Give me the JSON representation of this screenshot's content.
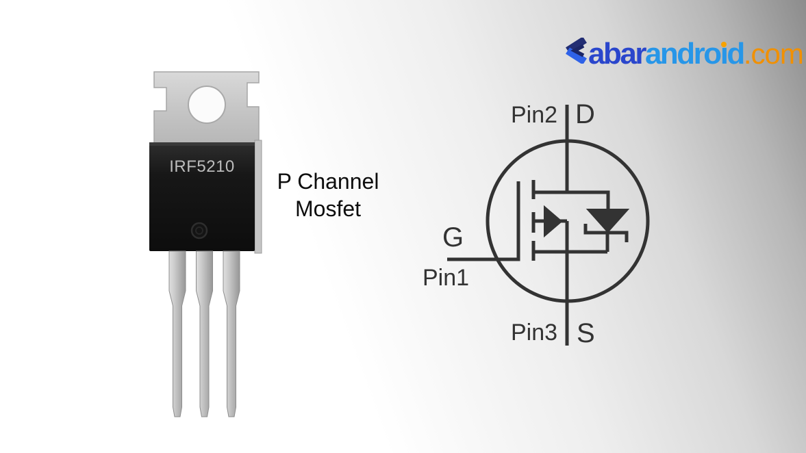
{
  "theme": {
    "background_left": "#ffffff",
    "background_right": "#8c8c8c",
    "schematic_stroke": "#333333"
  },
  "logo": {
    "kabar": "abar",
    "android_pre": "andro",
    "android_i": "ı",
    "android_post": "d",
    "tld": ".com",
    "kabar_color": "#2a46cc",
    "android_color": "#2796e8",
    "tld_color": "#f19000",
    "idot_color": "#f8a200",
    "chevron_dark": "#222d73",
    "chevron_blue": "#2f62e8",
    "chevron_inner": "#1b2566"
  },
  "device": {
    "marking": "IRF5210"
  },
  "caption": {
    "line1": "P Channel",
    "line2": "Mosfet"
  },
  "schematic": {
    "labels": {
      "pin2": "Pin2",
      "drain": "D",
      "gate": "G",
      "pin1": "Pin1",
      "pin3": "Pin3",
      "source": "S"
    }
  }
}
